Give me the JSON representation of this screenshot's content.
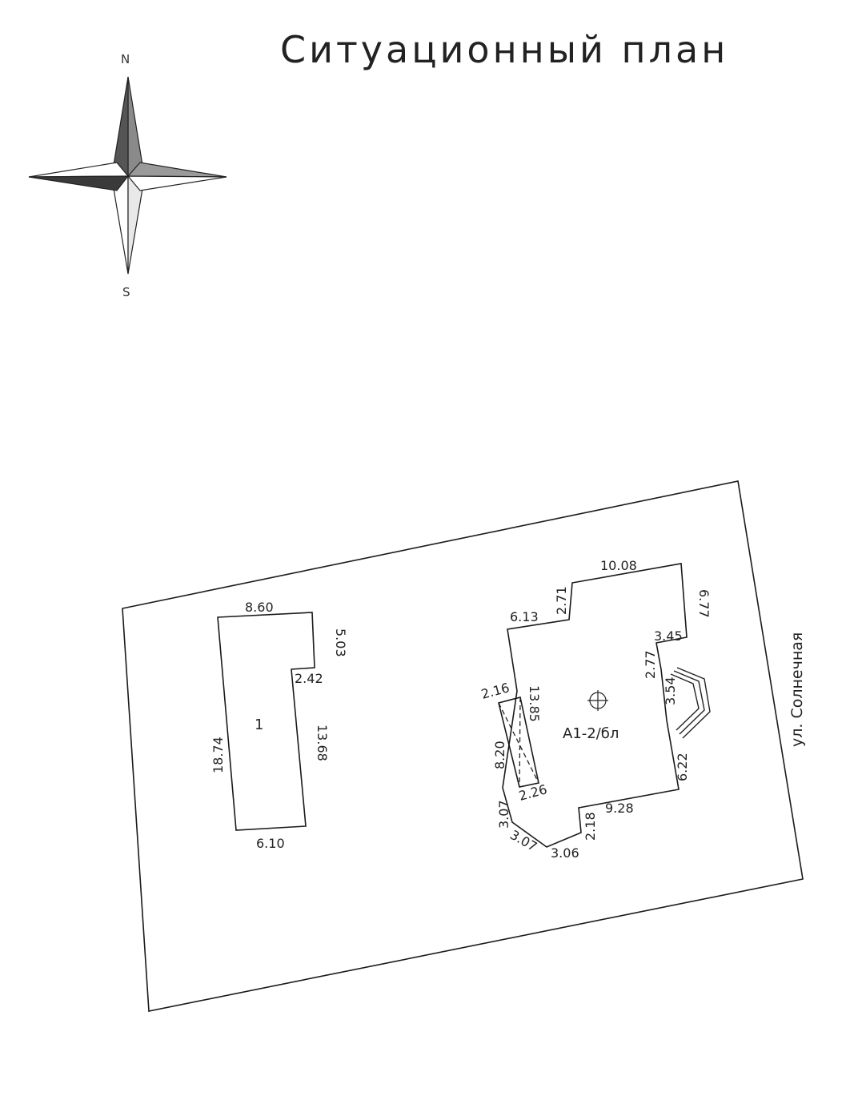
{
  "title": "Ситуационный план",
  "compass": {
    "north": "N",
    "south": "S"
  },
  "street": "ул. Солнечная",
  "building_1": {
    "label": "1",
    "dims": {
      "top": "8.60",
      "right_upper": "5.03",
      "step": "2.42",
      "right_lower": "13.68",
      "left": "18.74",
      "bottom": "6.10"
    }
  },
  "building_2": {
    "label": "А1-2/бл",
    "dims": {
      "top": "10.08",
      "notch_height": "2.71",
      "notch_width": "6.13",
      "right_upper": "6.77",
      "porch_width": "3.45",
      "porch_depth": "2.77",
      "porch_side": "3.54",
      "right_lower": "6.22",
      "bottom": "9.28",
      "bottom_notch": "2.18",
      "bottom_diag": "3.06",
      "left_diag": "3.07",
      "left_lower": "3.07",
      "left_main": "13.85",
      "annex_top": "2.16",
      "annex_left": "8.20",
      "annex_bottom": "2.26"
    }
  }
}
